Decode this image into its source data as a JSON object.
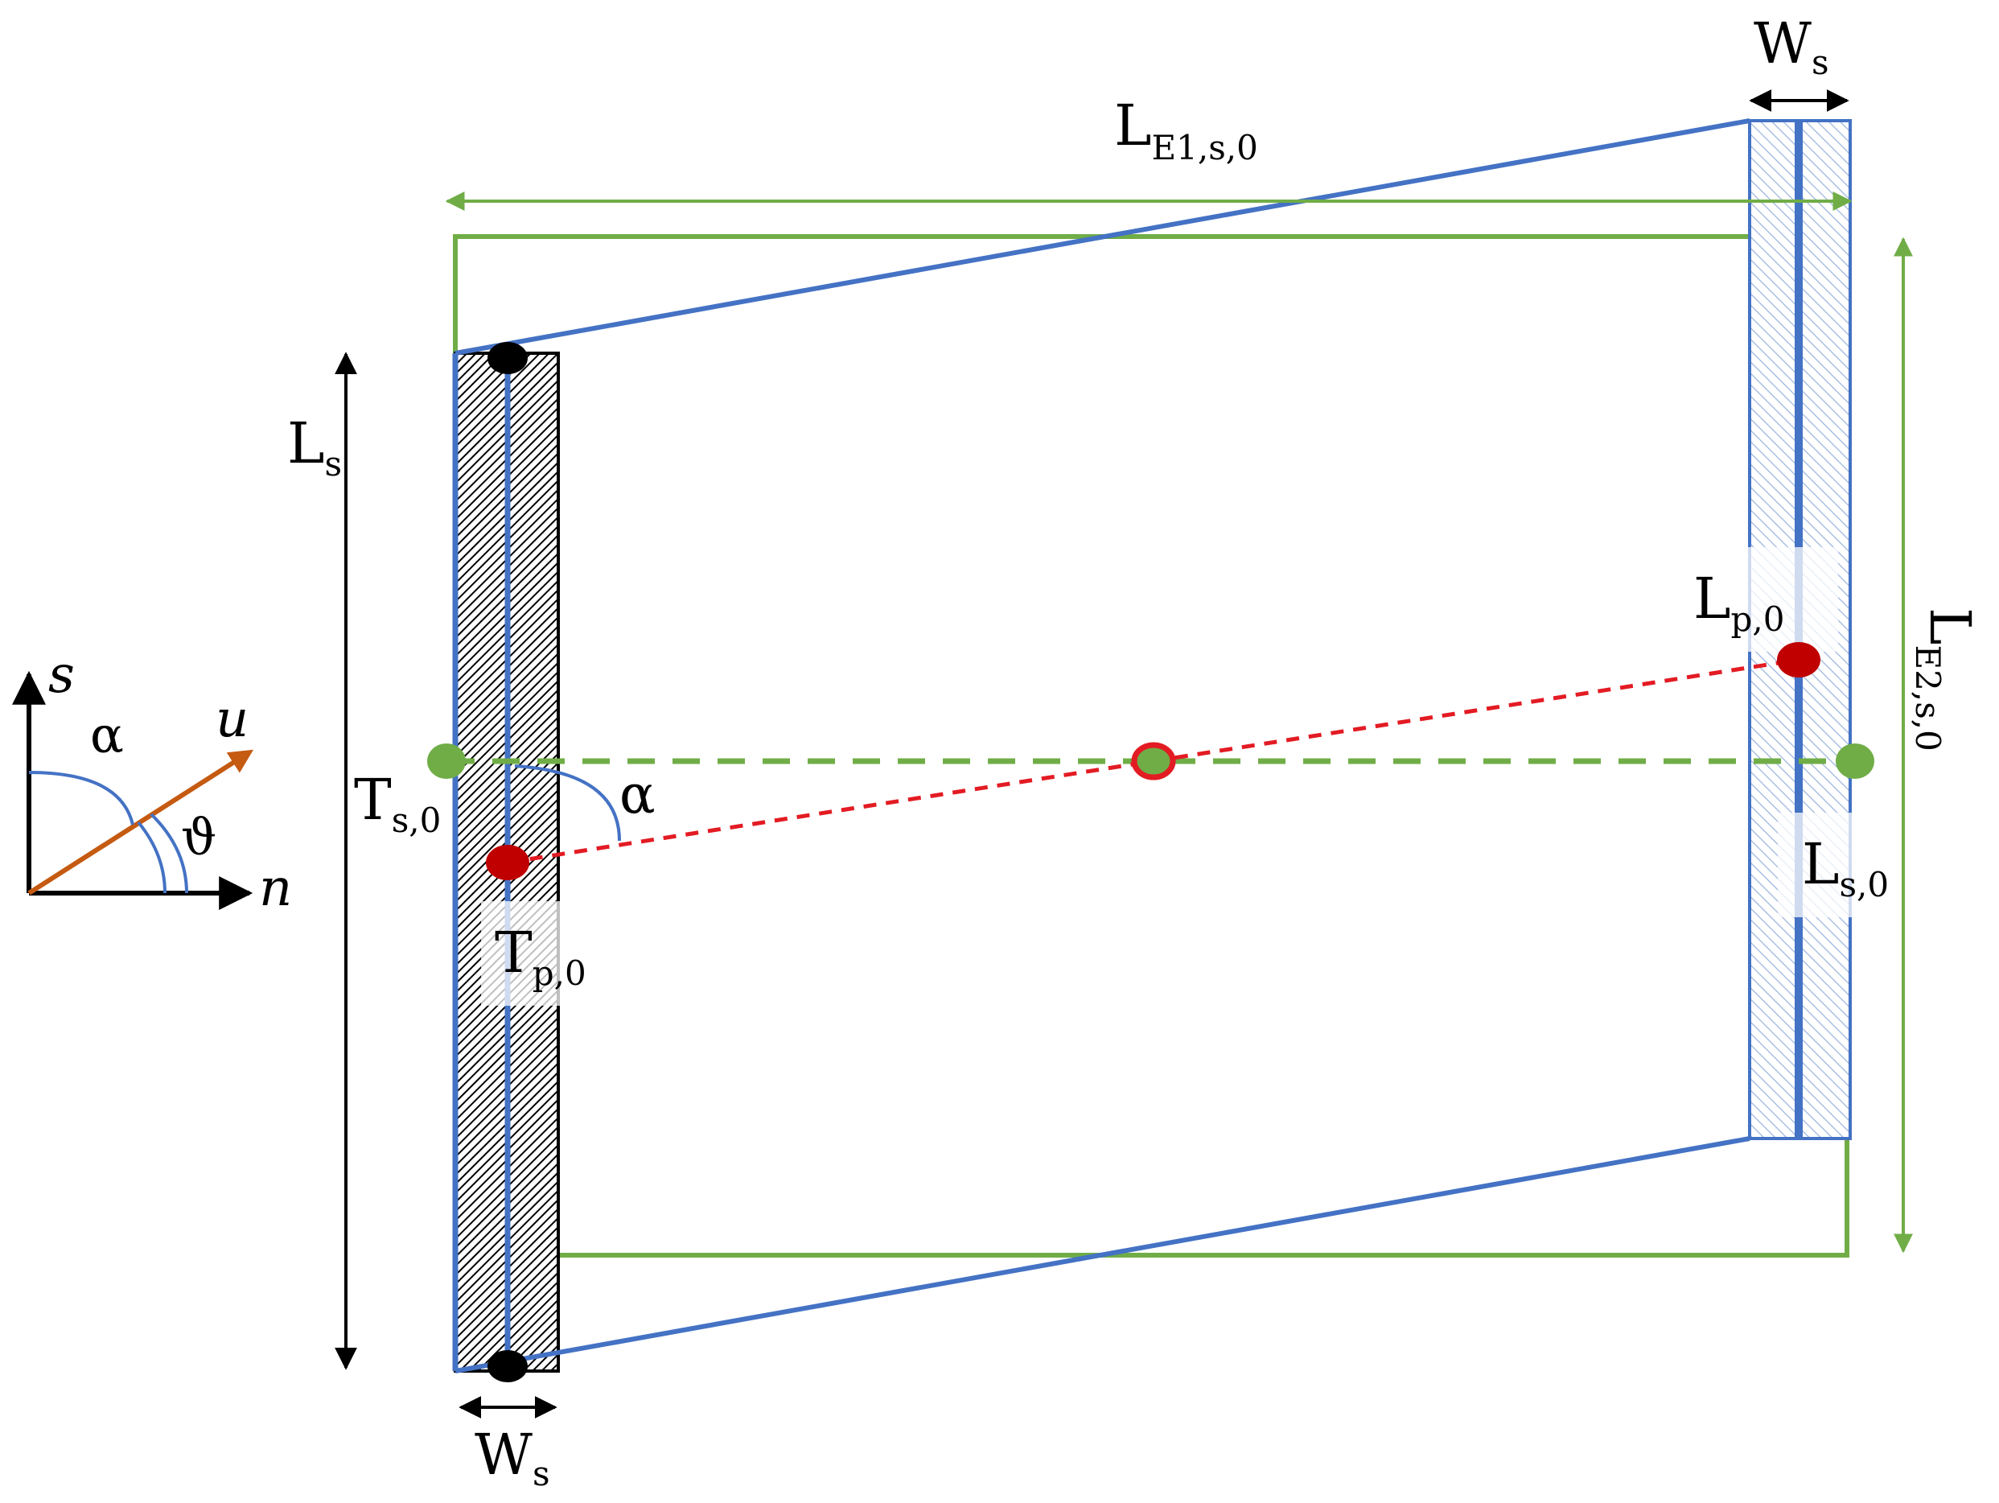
{
  "colors": {
    "blue": "#4472c4",
    "green": "#70ad47",
    "red": "#e31b23",
    "orange": "#c55a11",
    "black": "#000000"
  },
  "labels": {
    "ws_top": {
      "main": "W",
      "sub": "s"
    },
    "le1": {
      "main": "L",
      "sub": "E1,s,0"
    },
    "ls_left": {
      "main": "L",
      "sub": "s"
    },
    "le2": {
      "main": "L",
      "sub": "E2,s,0"
    },
    "lp0": {
      "main": "L",
      "sub": "p,0"
    },
    "ts0": {
      "main": "T",
      "sub": "s,0"
    },
    "alpha_mid": "α",
    "ls0": {
      "main": "L",
      "sub": "s,0"
    },
    "tp0": {
      "main": "T",
      "sub": "p,0"
    },
    "ws_bottom": {
      "main": "W",
      "sub": "s"
    },
    "axes": {
      "s": "s",
      "u": "u",
      "n": "n",
      "alpha": "α",
      "theta": "ϑ"
    }
  },
  "icons": {
    "pivot_marker": "filled-circle",
    "center_marker": "ring-circle"
  }
}
